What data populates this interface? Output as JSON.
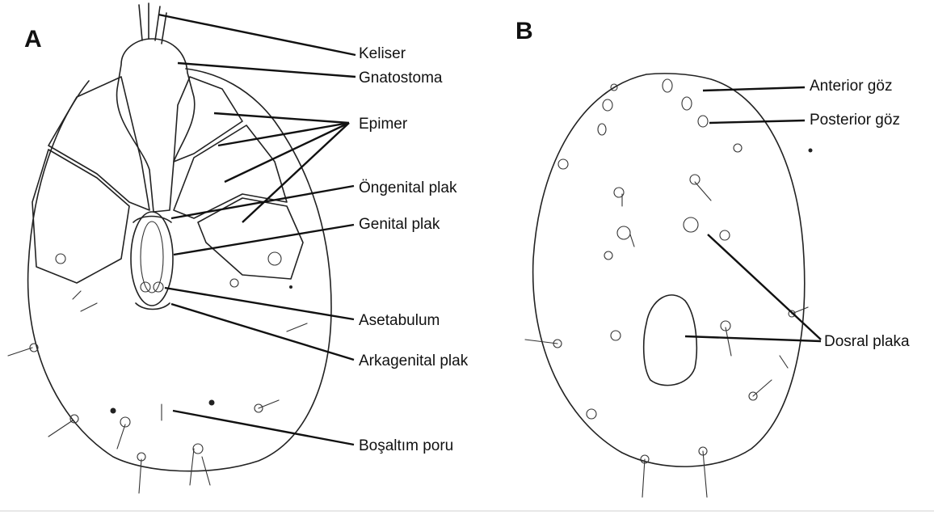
{
  "panels": [
    {
      "letter": "A",
      "labels": [
        "Keliser",
        "Gnatostoma",
        "Epimer",
        "Öngenital plak",
        "Genital plak",
        "Asetabulum",
        "Arkagenital plak",
        "Boşaltım poru"
      ]
    },
    {
      "letter": "B",
      "labels": [
        "Anterior göz",
        "Posterior göz",
        "Dosral plaka"
      ]
    }
  ]
}
